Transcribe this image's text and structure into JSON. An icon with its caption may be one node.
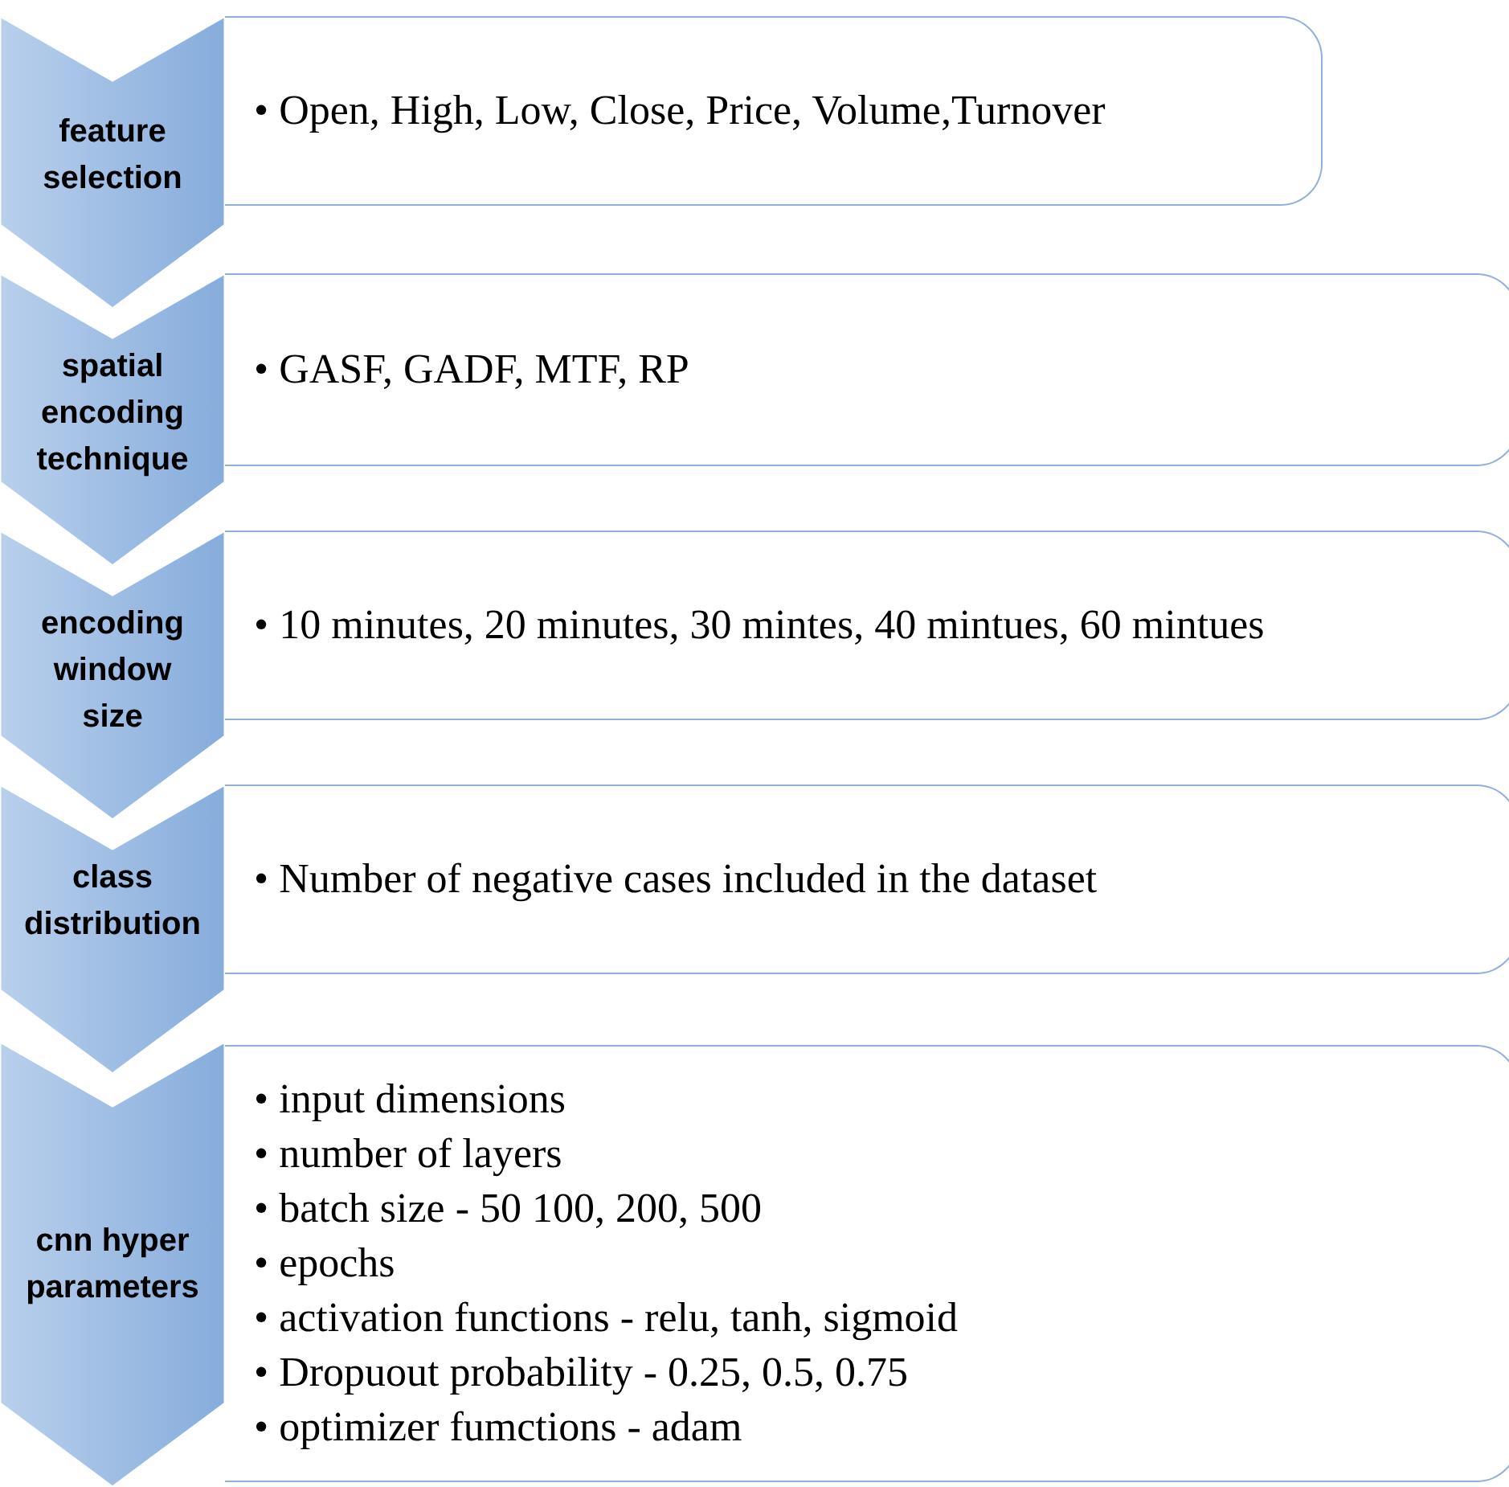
{
  "diagram": {
    "nodes": [
      {
        "text": [
          "feature selection"
        ]
      },
      {
        "text": [
          "• Open, High, Low, Close, Price, Volume,Turnover"
        ]
      },
      {
        "text": [
          "spatial encoding technique"
        ]
      },
      {
        "text": [
          "• GASF, GADF, MTF, RP"
        ]
      },
      {
        "text": [
          "encoding window size"
        ]
      },
      {
        "text": [
          "• 10 minutes, 20 minutes, 30 mintes, 40 mintues, 60 mintues"
        ]
      },
      {
        "text": [
          "class distribution"
        ]
      },
      {
        "text": [
          "• Number of negative cases included in the dataset"
        ]
      },
      {
        "text": [
          "cnn hyper parameters"
        ]
      },
      {
        "text": [
          "• input dimensions",
          "• number of layers",
          "• batch size - 50 100, 200, 500",
          "• epochs",
          "• activation functions - relu, tanh, sigmoid",
          "• Dropuout probability - 0.25, 0.5, 0.75",
          "• optimizer fumctions - adam"
        ]
      }
    ]
  }
}
